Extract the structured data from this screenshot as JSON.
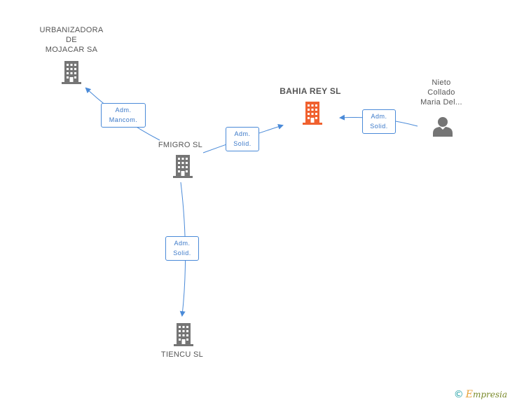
{
  "colors": {
    "company": "#757575",
    "company_main": "#f0612f",
    "person": "#757575",
    "edge": "#4a8ad8"
  },
  "nodes": {
    "urbanizadora": {
      "label": "URBANIZADORA\nDE\nMOJACAR SA",
      "icon": "building-icon"
    },
    "bahia": {
      "label": "BAHIA REY SL",
      "icon": "building-icon"
    },
    "nieto": {
      "label": "Nieto\nCollado\nMaria Del...",
      "icon": "person-icon"
    },
    "fmigro": {
      "label": "FMIGRO  SL",
      "icon": "building-icon"
    },
    "tiencu": {
      "label": "TIENCU SL",
      "icon": "building-icon"
    }
  },
  "edges": {
    "fmigro_urbanizadora": "Adm.\nMancom.",
    "fmigro_bahia": "Adm.\nSolid.",
    "nieto_bahia": "Adm.\nSolid.",
    "fmigro_tiencu": "Adm.\nSolid."
  },
  "footer": {
    "copyright": "©",
    "brand_initial": "E",
    "brand_rest": "mpresia"
  }
}
